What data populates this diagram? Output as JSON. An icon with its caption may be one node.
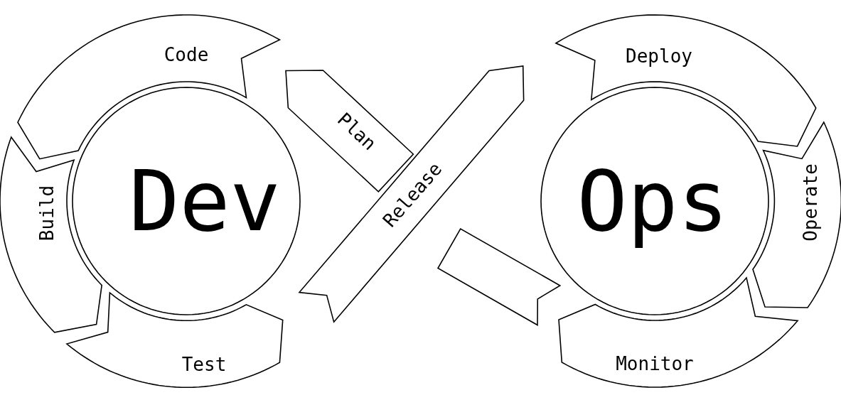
{
  "diagram": {
    "nodes": [
      {
        "text": [
          "Code"
        ]
      },
      {
        "text": [
          "Plan"
        ]
      },
      {
        "text": [
          "Deploy"
        ]
      },
      {
        "text": [
          "Build"
        ]
      },
      {
        "text": [
          "Dev"
        ]
      },
      {
        "text": [
          "Release"
        ]
      },
      {
        "text": [
          "Ops"
        ]
      },
      {
        "text": [
          "Operate"
        ]
      },
      {
        "text": [],
        "shape": "arrow"
      },
      {
        "text": [
          "Test"
        ]
      },
      {
        "text": [
          "Monitor"
        ]
      }
    ]
  }
}
